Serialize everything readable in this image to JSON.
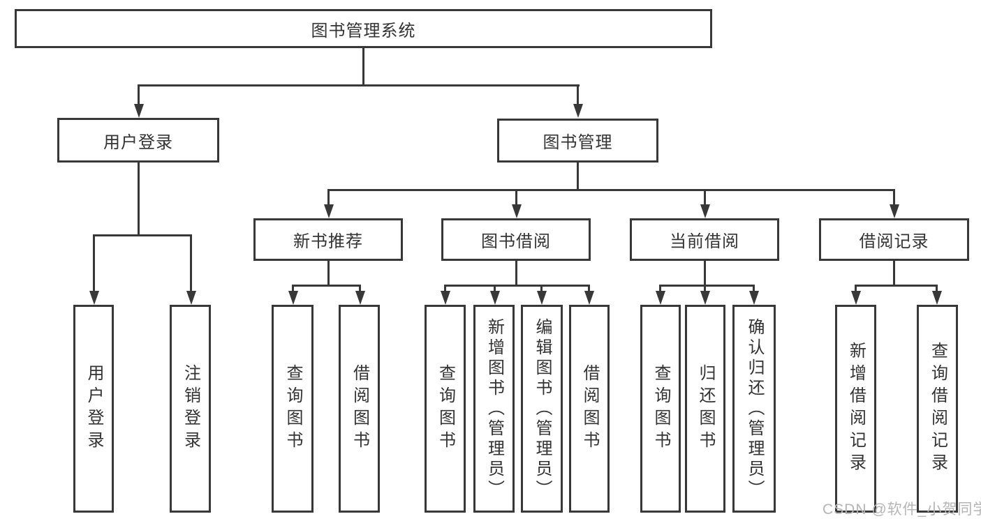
{
  "root": {
    "label": "图书管理系统"
  },
  "branches": [
    {
      "label": "用户登录",
      "children": [
        {
          "label": "用户登录"
        },
        {
          "label": "注销登录"
        }
      ]
    },
    {
      "label": "图书管理",
      "children": [
        {
          "label": "新书推荐",
          "children": [
            {
              "label": "查询图书"
            },
            {
              "label": "借阅图书"
            }
          ]
        },
        {
          "label": "图书借阅",
          "children": [
            {
              "label": "查询图书"
            },
            {
              "label": "新增图书（管理员）"
            },
            {
              "label": "编辑图书（管理员）"
            },
            {
              "label": "借阅图书"
            }
          ]
        },
        {
          "label": "当前借阅",
          "children": [
            {
              "label": "查询图书"
            },
            {
              "label": "归还图书"
            },
            {
              "label": "确认归还（管理员）"
            }
          ]
        },
        {
          "label": "借阅记录",
          "children": [
            {
              "label": "新增借阅记录"
            },
            {
              "label": "查询借阅记录"
            }
          ]
        }
      ]
    }
  ],
  "watermark": {
    "text": "CSDN @软件_小贺同学"
  },
  "colors": {
    "line": "#383838",
    "text": "#333333",
    "box_background": "#ffffff",
    "watermark": "#b5b5b5"
  }
}
